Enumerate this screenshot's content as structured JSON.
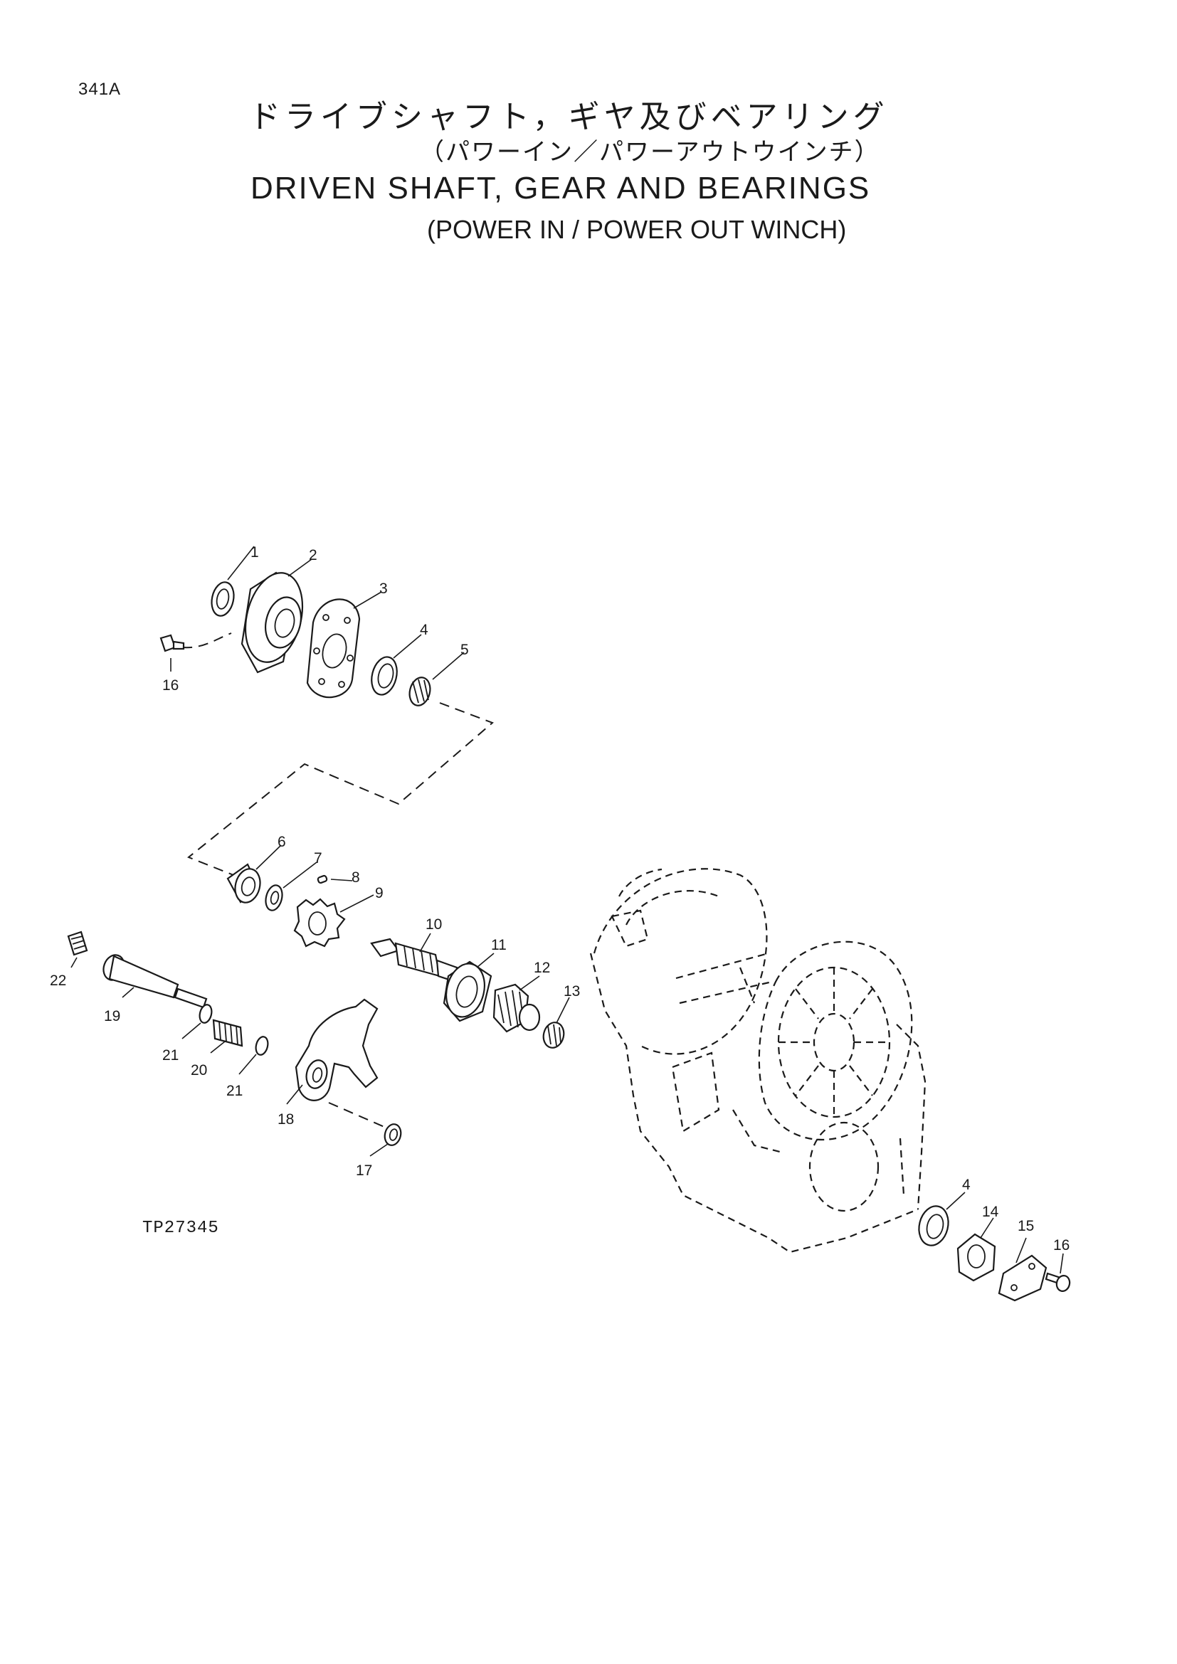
{
  "page": {
    "code": "341A",
    "title_jp": "ドライブシャフト，ギヤ及びベアリング",
    "subtitle_jp": "（パワーイン／パワーアウトウインチ）",
    "title_en": "DRIVEN SHAFT, GEAR AND BEARINGS",
    "subtitle_en": "(POWER IN / POWER OUT WINCH)",
    "drawing_ref": "TP27345"
  },
  "callouts": {
    "c1": "1",
    "c2": "2",
    "c3": "3",
    "c4a": "4",
    "c5": "5",
    "c16a": "16",
    "c6": "6",
    "c7": "7",
    "c8": "8",
    "c9": "9",
    "c10": "10",
    "c11": "11",
    "c12": "12",
    "c13": "13",
    "c22": "22",
    "c19": "19",
    "c21a": "21",
    "c20": "20",
    "c21b": "21",
    "c18": "18",
    "c17": "17",
    "c4b": "4",
    "c14": "14",
    "c15": "15",
    "c16b": "16"
  }
}
